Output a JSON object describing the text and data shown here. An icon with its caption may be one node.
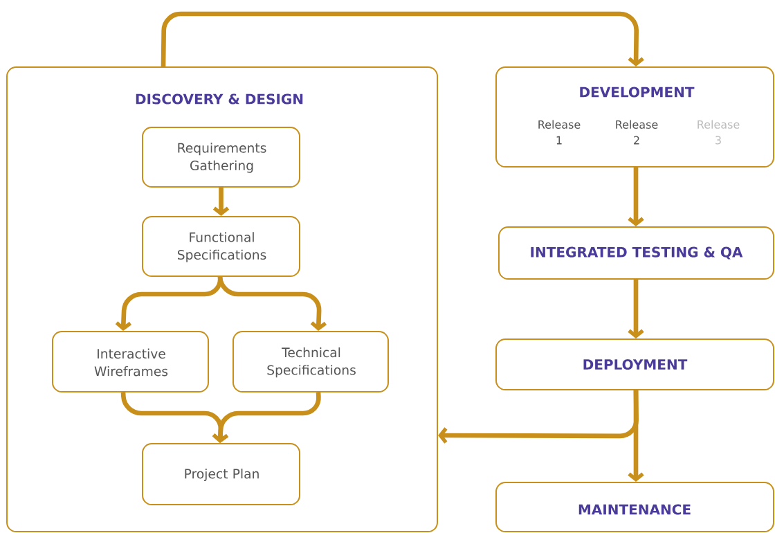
{
  "diagram": {
    "nodes": [
      {
        "text": [
          "DISCOVERY & DESIGN"
        ]
      },
      {
        "text": [
          "Requirements Gathering"
        ],
        "in": 0
      },
      {
        "text": [
          "Functional Specifications"
        ],
        "in": 0
      },
      {
        "text": [
          "Interactive Wireframes"
        ],
        "in": 0
      },
      {
        "text": [
          "Technical Specifications"
        ],
        "in": 0
      },
      {
        "text": [
          "Project Plan"
        ],
        "in": 0
      },
      {
        "text": [
          "DEVELOPMENT",
          "Release 1",
          "Release 2",
          "Release 3"
        ]
      },
      {
        "text": [
          "INTEGRATED TESTING & QA"
        ]
      },
      {
        "text": [
          "DEPLOYMENT"
        ]
      },
      {
        "text": [
          "MAINTENANCE"
        ]
      }
    ],
    "edges": [
      {
        "from": 0,
        "to": 6,
        "arrow": "to"
      },
      {
        "from": 1,
        "to": 2,
        "arrow": "to"
      },
      {
        "from": 2,
        "to": 3,
        "arrow": "to"
      },
      {
        "from": 2,
        "to": 4,
        "arrow": "to"
      },
      {
        "from": 3,
        "to": 5,
        "arrow": "to"
      },
      {
        "from": 4,
        "to": 5,
        "arrow": "to"
      },
      {
        "from": 6,
        "to": 7,
        "arrow": "to"
      },
      {
        "from": 7,
        "to": 8,
        "arrow": "to"
      },
      {
        "from": 8,
        "to": 0,
        "arrow": "to"
      },
      {
        "from": 8,
        "to": 9,
        "arrow": "to"
      }
    ]
  }
}
